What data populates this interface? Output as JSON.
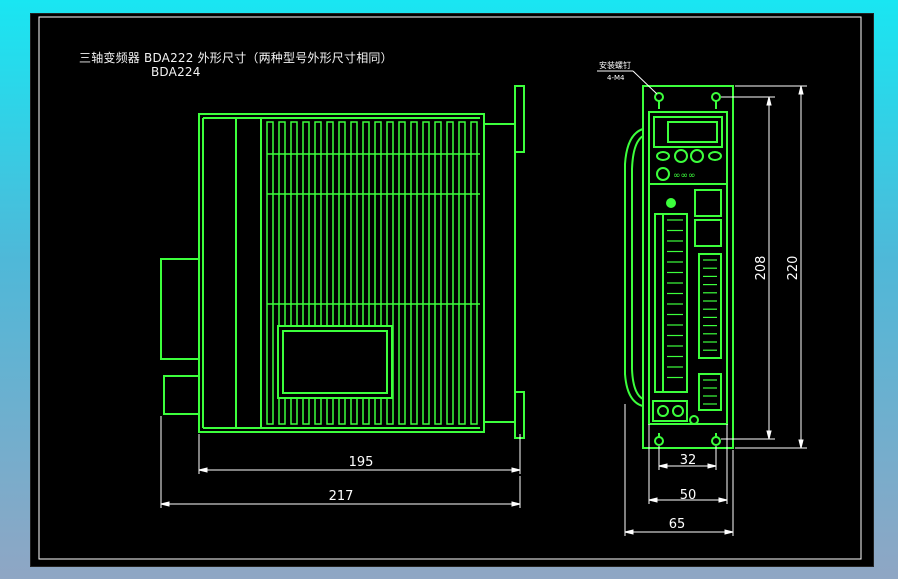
{
  "title": {
    "line1": "三轴变频器 BDA222 外形尺寸（两种型号外形尺寸相同）",
    "line2": "BDA224"
  },
  "callout": {
    "label": "安装螺钉",
    "sublabel": "4-M4"
  },
  "dimensions": {
    "front_depth": "195",
    "total_depth": "217",
    "hole_pitch": "32",
    "body_width": "50",
    "total_width": "65",
    "hole_height": "208",
    "total_height": "220"
  },
  "colors": {
    "outline": "#3cff3c",
    "dimension": "#ffffff",
    "frame": "#000000",
    "background_top": "#19e6f2",
    "background_bottom": "#8fa6c4"
  }
}
